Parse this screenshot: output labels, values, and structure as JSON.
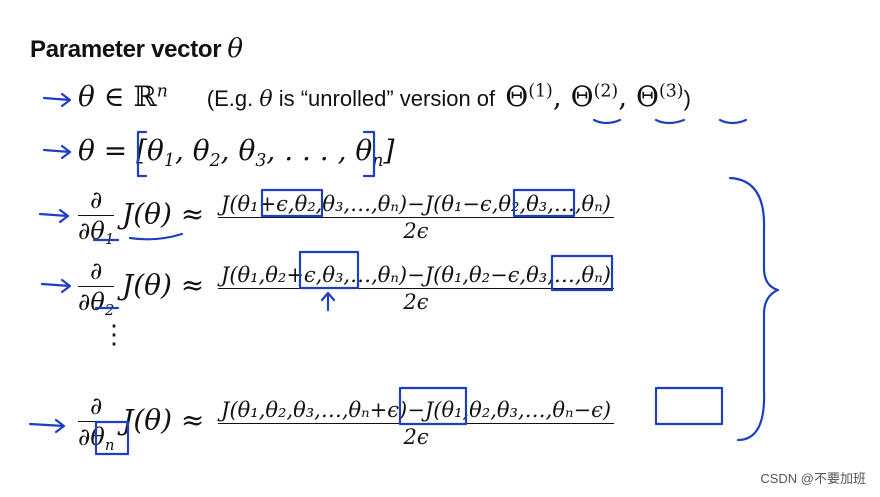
{
  "heading": {
    "text": "Parameter vector",
    "symbol": "θ"
  },
  "line1": {
    "theta": "θ",
    "in": "∈",
    "R": "ℝ",
    "n": "n",
    "note_open": "(E.g. ",
    "note_theta": "θ",
    "note_text": " is “unrolled” version of ",
    "Theta": "Θ",
    "sup1": "(1)",
    "sup2": "(2)",
    "sup3": "(3)",
    "comma": ", ",
    "note_close": ")"
  },
  "line2": {
    "text": "θ = [θ",
    "s1": "1",
    "rest1": ", θ",
    "s2": "2",
    "rest2": ", θ",
    "s3": "3",
    "rest3": ", . . . , θ",
    "sn": "n",
    "close": "]"
  },
  "derivs": [
    {
      "num_top": "∂",
      "den": "∂θ",
      "den_sub": "1",
      "J": "J(θ) ≈",
      "num": "J(θ₁+ϵ,θ₂,θ₃,…,θₙ)−J(θ₁−ϵ,θ₂,θ₃,…,θₙ)",
      "den2": "2ϵ"
    },
    {
      "num_top": "∂",
      "den": "∂θ",
      "den_sub": "2",
      "J": "J(θ) ≈",
      "num": "J(θ₁,θ₂+ϵ,θ₃,…,θₙ)−J(θ₁,θ₂−ϵ,θ₃,…,θₙ)",
      "den2": "2ϵ"
    },
    {
      "num_top": "∂",
      "den": "∂θ",
      "den_sub": "n",
      "J": "J(θ) ≈",
      "num": "J(θ₁,θ₂,θ₃,…,θₙ+ϵ)−J(θ₁,θ₂,θ₃,…,θₙ−ϵ)",
      "den2": "2ϵ"
    }
  ],
  "vdots": "⋮",
  "watermark": "CSDN @不要加班"
}
